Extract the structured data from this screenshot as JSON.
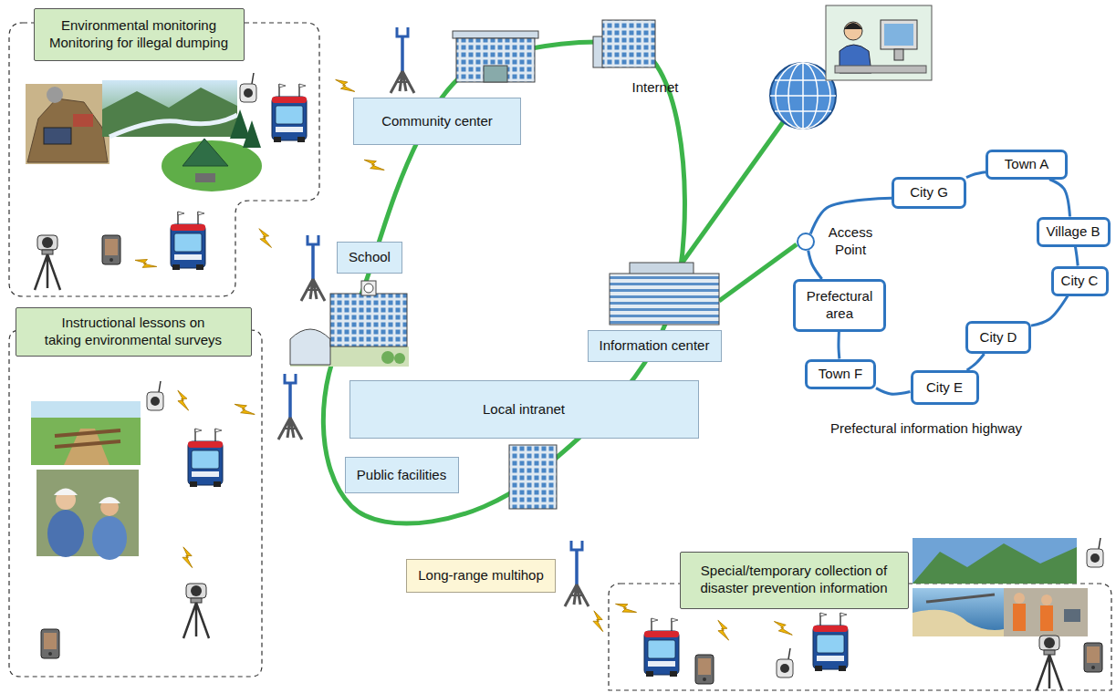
{
  "diagram": {
    "nodes": [
      {
        "text": [
          "Environmental monitoring Monitoring for illegal dumping"
        ]
      },
      {
        "text": [
          "Community center"
        ]
      },
      {
        "text": [
          "School"
        ]
      },
      {
        "text": [
          "Instructional lessons on taking environmental surveys"
        ]
      },
      {
        "text": [
          "Information center"
        ]
      },
      {
        "text": [
          "Local intranet"
        ]
      },
      {
        "text": [
          "Public facilities"
        ]
      },
      {
        "text": [
          "Long-range multihop"
        ]
      },
      {
        "text": [
          "Special/temporary collection of disaster prevention information"
        ]
      },
      {
        "text": [
          "Town A"
        ]
      },
      {
        "text": [
          "City G"
        ]
      },
      {
        "text": [
          "Access Point"
        ]
      },
      {
        "text": [
          "Village B"
        ]
      },
      {
        "text": [
          "Prefectural area"
        ]
      },
      {
        "text": [
          "City C"
        ]
      },
      {
        "text": [
          "City D"
        ]
      },
      {
        "text": [
          "Town F"
        ]
      },
      {
        "text": [
          "City E"
        ]
      }
    ],
    "edges": [
      {
        "from": 11,
        "to": 10,
        "arrow": "none"
      },
      {
        "from": 10,
        "to": 9,
        "arrow": "none"
      },
      {
        "from": 9,
        "to": 12,
        "arrow": "none"
      },
      {
        "from": 12,
        "to": 14,
        "arrow": "none"
      },
      {
        "from": 14,
        "to": 15,
        "arrow": "none"
      },
      {
        "from": 15,
        "to": 17,
        "arrow": "none"
      },
      {
        "from": 17,
        "to": 16,
        "arrow": "none"
      },
      {
        "from": 16,
        "to": 13,
        "arrow": "none"
      },
      {
        "from": 13,
        "to": 11,
        "arrow": "none"
      }
    ],
    "labels": [
      "Internet",
      "Prefectural information highway"
    ]
  }
}
